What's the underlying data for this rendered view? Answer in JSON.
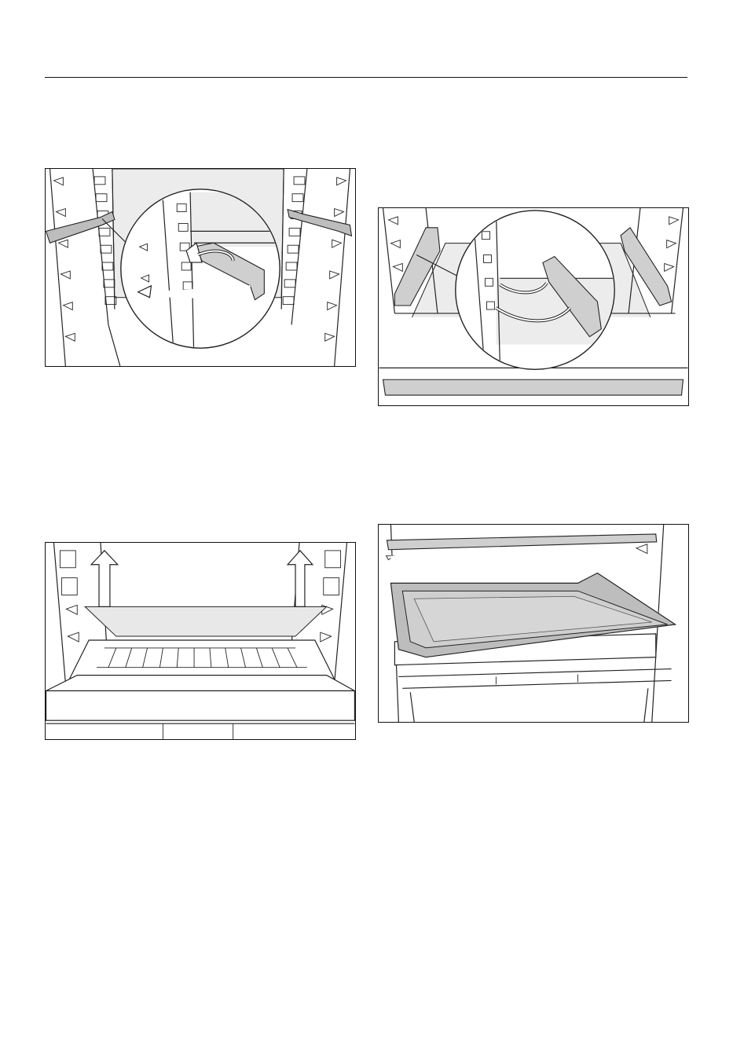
{
  "page": {
    "header_rule": true
  },
  "figures": [
    {
      "id": "fig1",
      "icon": "remove-side-rail-illustration"
    },
    {
      "id": "fig2",
      "icon": "fit-shelf-support-illustration"
    },
    {
      "id": "fig3",
      "icon": "lift-out-shelf-illustration"
    },
    {
      "id": "fig4",
      "icon": "insert-tray-illustration"
    }
  ]
}
